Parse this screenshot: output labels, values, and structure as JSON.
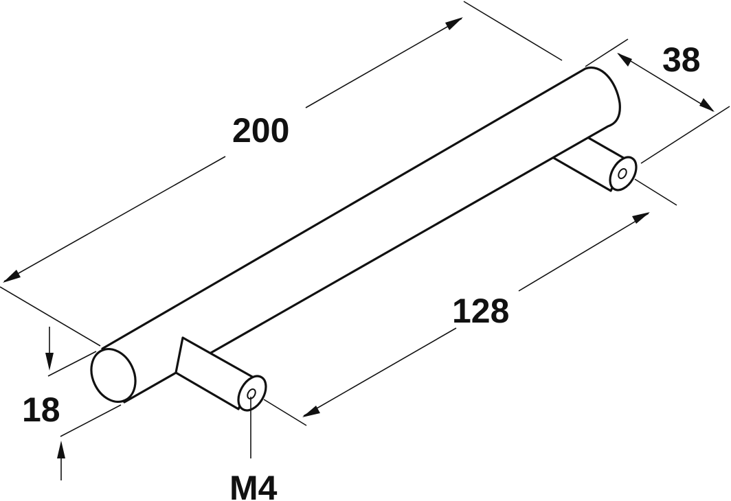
{
  "dimensions": {
    "overall_length": "200",
    "depth": "38",
    "hole_spacing": "128",
    "bar_diameter": "18",
    "thread": "M4"
  },
  "colors": {
    "line": "#111111",
    "background": "#ffffff"
  }
}
